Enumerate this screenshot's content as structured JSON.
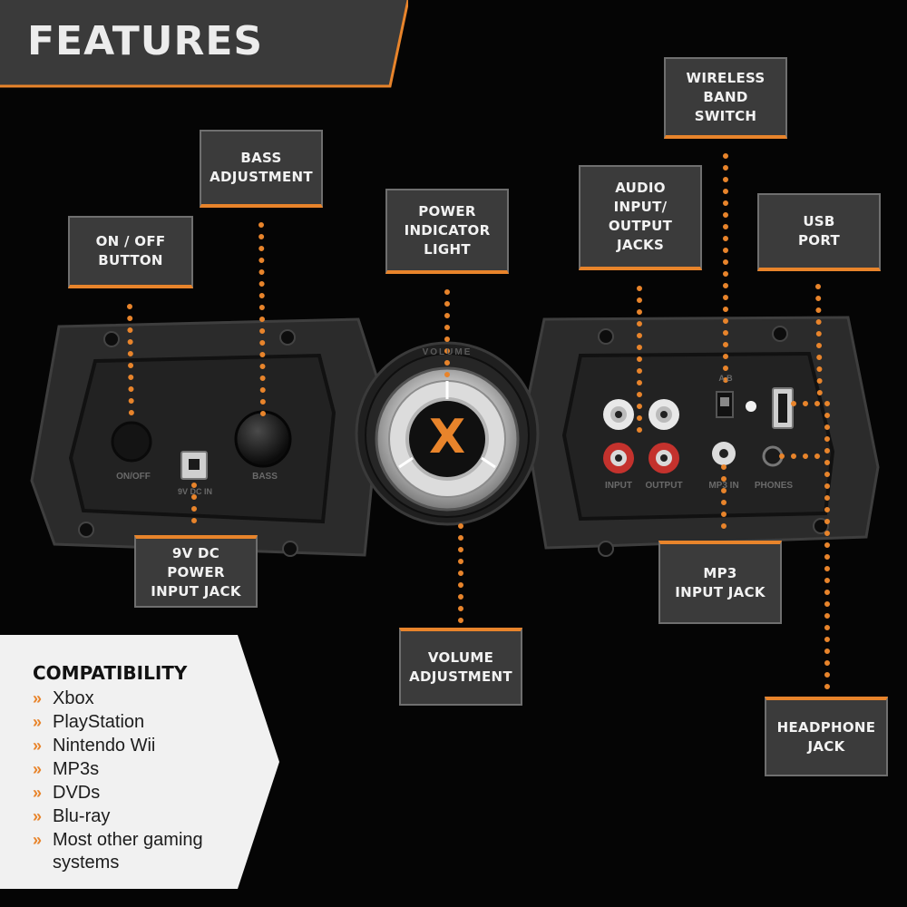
{
  "header": {
    "title": "FEATURES"
  },
  "callouts": {
    "on_off_button": "ON / OFF\nBUTTON",
    "bass_adjustment": "BASS\nADJUSTMENT",
    "power_indicator_light": "POWER\nINDICATOR\nLIGHT",
    "audio_io_jacks": "AUDIO\nINPUT/\nOUTPUT\nJACKS",
    "wireless_band_switch": "WIRELESS\nBAND\nSWITCH",
    "usb_port": "USB\nPORT",
    "dc_power_input_jack": "9V DC\nPOWER\nINPUT JACK",
    "volume_adjustment": "VOLUME\nADJUSTMENT",
    "mp3_input_jack": "MP3\nINPUT JACK",
    "headphone_jack": "HEADPHONE\nJACK"
  },
  "device": {
    "left_labels": {
      "on_off": "ON/OFF",
      "dc": "9V DC IN",
      "bass": "BASS"
    },
    "right_labels": {
      "input": "INPUT",
      "output": "OUTPUT",
      "mp3": "MP3 IN",
      "phones": "PHONES",
      "band": "A B"
    },
    "dial_logo": "X",
    "dial_ring_label": "VOLUME"
  },
  "compatibility": {
    "heading": "COMPATIBILITY",
    "items": [
      "Xbox",
      "PlayStation",
      "Nintendo Wii",
      "MP3s",
      "DVDs",
      "Blu-ray",
      "Most other gaming systems"
    ]
  },
  "colors": {
    "accent": "#e8842b",
    "background": "#050505",
    "tag_fill": "#3b3b3b",
    "panel": "#f1f1f1"
  }
}
